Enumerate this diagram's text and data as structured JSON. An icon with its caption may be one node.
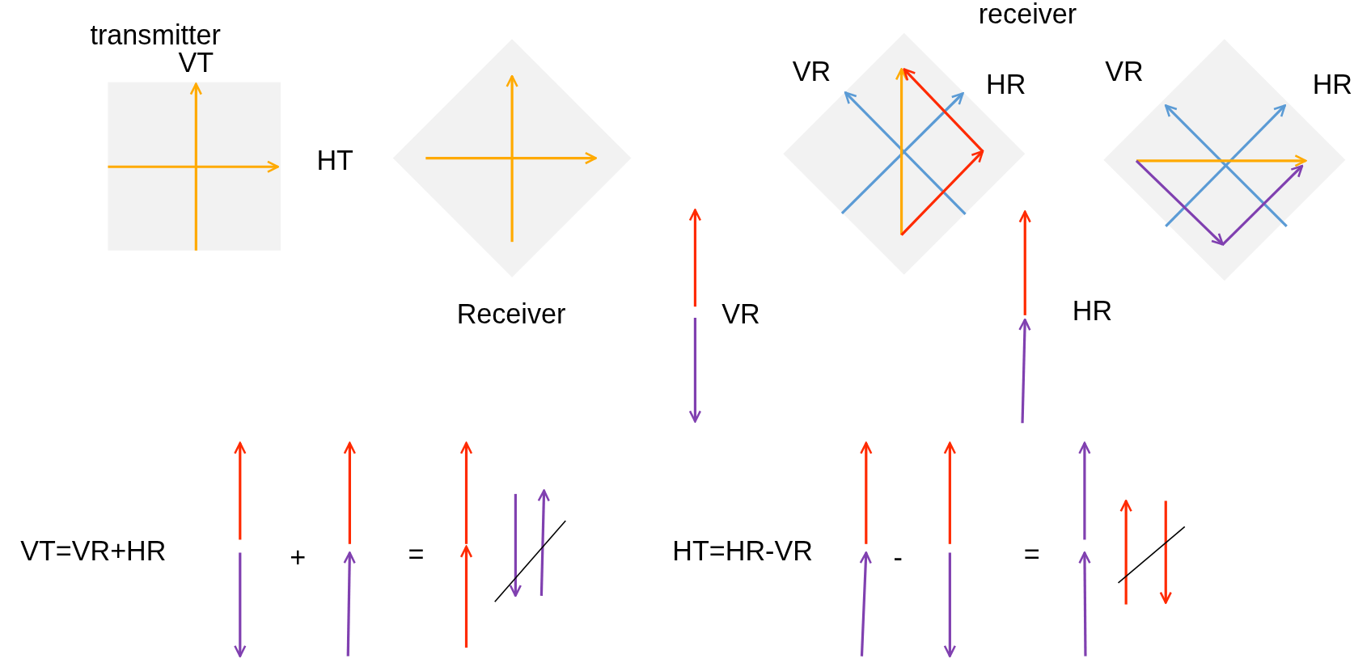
{
  "diagram": {
    "labels": [
      "receiver",
      "transmitter",
      "VT",
      "VR",
      "VR",
      "HR",
      "HR",
      "HT",
      "Receiver",
      "VR",
      "HR",
      "VT=VR+HR",
      "+",
      "=",
      "HT=HR-VR",
      "-",
      "="
    ]
  }
}
